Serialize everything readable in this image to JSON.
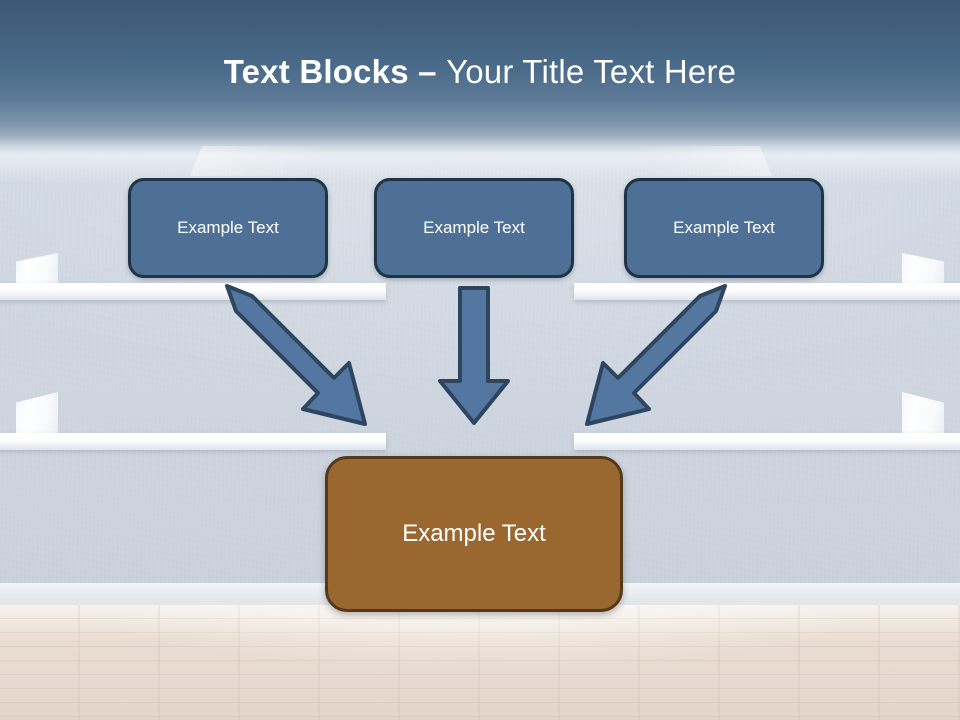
{
  "slide": {
    "title": {
      "bold_part": "Text Blocks",
      "dash": " – ",
      "light_part": "Your Title Text Here",
      "full": "Text Blocks – Your Title Text Here"
    },
    "theme": {
      "header_gradient_top": "#3b5876",
      "header_gradient_bottom": "#c9d2dd",
      "wall_color": "#ccd4df",
      "shelf_color": "#ffffff",
      "floor_color": "#e6dacf",
      "box_blue_fill": "#4f7096",
      "box_blue_border": "#203448",
      "box_brown_fill": "#9a6730",
      "box_brown_border": "#54391a",
      "arrow_fill": "#5377a0",
      "arrow_border": "#2e4560",
      "text_color": "#ffffff"
    }
  },
  "top_boxes": [
    {
      "label": "Example Text"
    },
    {
      "label": "Example Text"
    },
    {
      "label": "Example Text"
    }
  ],
  "bottom_box": {
    "label": "Example Text"
  },
  "arrows": [
    {
      "name": "arrow-left-diagonal",
      "direction": "down-right",
      "from_box": 0,
      "to_box": "bottom"
    },
    {
      "name": "arrow-middle-vertical",
      "direction": "down",
      "from_box": 1,
      "to_box": "bottom"
    },
    {
      "name": "arrow-right-diagonal",
      "direction": "down-left",
      "from_box": 2,
      "to_box": "bottom"
    }
  ]
}
